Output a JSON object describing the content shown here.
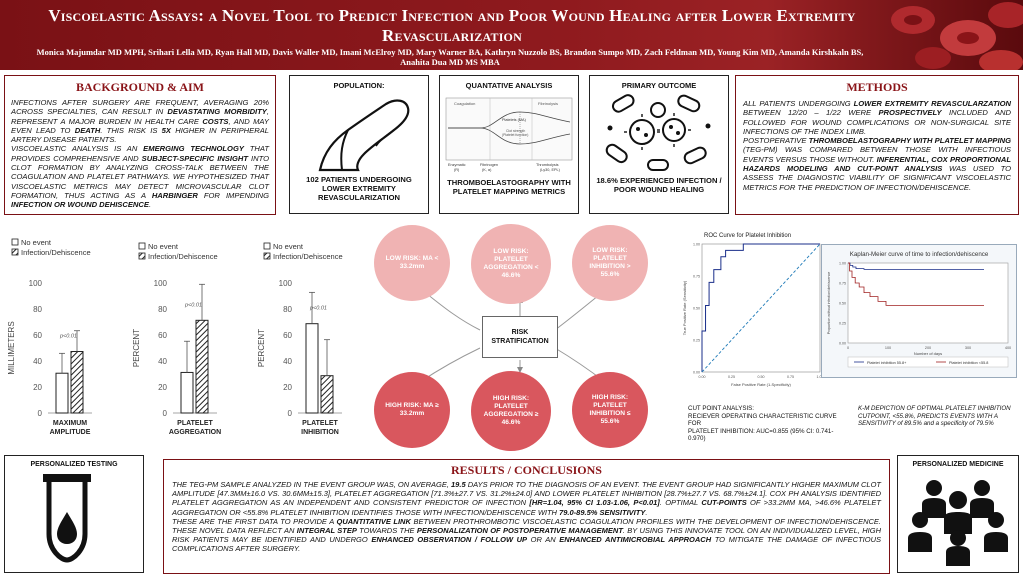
{
  "header": {
    "title": "Viscoelastic Assays: a Novel Tool to Predict Infection and Poor Wound Healing after Lower Extremity Revascularization",
    "authors": "Monica Majumdar MD MPH, Srihari Lella MD, Ryan Hall MD, Davis Waller MD, Imani McElroy MD, Mary Warner BA, Kathryn Nuzzolo BS, Brandon Sumpo MD, Zach Feldman MD, Young Kim MD, Amanda Kirshkaln BS, Anahita Dua MD MS MBA"
  },
  "background": {
    "title": "BACKGROUND & AIM",
    "p1_a": "INFECTIONS AFTER SURGERY ARE FREQUENT, AVERAGING 20% ACROSS SPECIALTIES, CAN RESULT IN ",
    "p1_b": "DEVASTATING MORBIDITY",
    "p1_c": ", REPRESENT A MAJOR BURDEN IN HEALTH CARE ",
    "p1_d": "COSTS",
    "p1_e": ", AND MAY EVEN LEAD TO ",
    "p1_f": "DEATH",
    "p1_g": ". THIS RISK IS ",
    "p1_h": "5X",
    "p1_i": " HIGHER IN PERIPHERAL ARTERY DISEASE PATIENTS.",
    "p2_a": "VISCOELASTIC ANALYSIS IS AN ",
    "p2_b": "EMERGING TECHNOLOGY",
    "p2_c": " THAT PROVIDES COMPREHENSIVE AND ",
    "p2_d": "SUBJECT-SPECIFIC INSIGHT",
    "p2_e": " INTO CLOT FORMATION BY ANALYZING CROSS-TALK BETWEEN THE COAGULATION AND PLATELET PATHWAYS. WE HYPOTHESIZED THAT VISCOELASTIC METRICS MAY DETECT MICROVASCULAR CLOT FORMATION, THUS ACTING AS A ",
    "p2_f": "HARBINGER",
    "p2_g": " FOR IMPENDING ",
    "p2_h": "INFECTION OR WOUND DEHISCENCE",
    "p2_i": "."
  },
  "population": {
    "title": "POPULATION:",
    "caption": "102 PATIENTS UNDERGOING LOWER EXTREMITY REVASCULARIZATION"
  },
  "quant": {
    "title": "QUANTATIVE ANALYSIS",
    "caption": "THROMBOELASTOGRAPHY WITH PLATELET MAPPING METRICS",
    "diagram": {
      "coagulation": "Coagulation",
      "fibrinolysis": "Fibrinolysis",
      "platelets": "Platelets (MA)",
      "clot_strength": "Clot strength",
      "platelet_function": "(Platelet function)",
      "enzymatic": "Enzymatic",
      "r_label": "(R)",
      "fibrinogen": "Fibrinogen",
      "k_angle": "(K, α)",
      "thrombolysis": "Thrombolysis",
      "ly": "(Ly30, EPL)"
    }
  },
  "primary": {
    "title": "PRIMARY OUTCOME",
    "caption": "18.6% EXPERIENCED INFECTION / POOR WOUND HEALING"
  },
  "methods": {
    "title": "METHODS",
    "p1_a": "ALL PATIENTS UNDERGOING ",
    "p1_b": "LOWER EXTREMITY REVASCULARZATION",
    "p1_c": " BETWEEN 12/20 – 1/22 WERE ",
    "p1_d": "PROSPECTIVELY",
    "p1_e": " INCLUDED AND FOLLOWED FOR WOUND COMPLICATIONS OR NON-SURGICAL SITE INFECTIONS OF THE INDEX LIMB.",
    "p2_a": "POSTOPERATIVE ",
    "p2_b": "THROMBOELASTOGRAPHY WITH PLATELET MAPPING",
    "p2_c": " (TEG-PM) WAS COMPARED BETWEEN THOSE WITH INFECTIOUS EVENTS VERSUS THOSE WITHOUT. ",
    "p2_d": "INFERENTIAL, COX PROPORTIONAL HAZARDS MODELING AND CUT-POINT ANALYSIS",
    "p2_e": " WAS USED TO ASSESS THE DIAGNOSTIC VIABILITY OF SIGNIFICANT VISCOELASTIC METRICS FOR THE PREDICTION OF INFECTION/DEHISCENCE."
  },
  "risk": {
    "center": "RISK STRATIFICATION",
    "low_ma": "LOW RISK: MA < 33.2mm",
    "low_agg": "LOW RISK: PLATELET AGGREGATION < 46.6%",
    "low_inh": "LOW RISK: PLATELET INHIBITION > 55.6%",
    "high_ma": "HIGH RISK: MA ≥ 33.2mm",
    "high_agg": "HIGH RISK: PLATELET AGGREGATION ≥ 46.6%",
    "high_inh": "HIGH RISK: PLATELET INHIBITION ≤ 55.6%"
  },
  "roc_caption": {
    "l1": "CUT POINT ANALYSIS:",
    "l2": "RECIEVER OPERATING CHARACTERISTIC CURVE FOR",
    "l3": "PLATELET INHIBITION: AUC=0.855 (95% CI: 0.741-0.970)"
  },
  "km_caption": {
    "l1": "K-M DEPICTION OF OPTIMAL PLATELET INHIBITION",
    "l2": "CUTPOINT, <55.8%, PREDICTS EVENTS WITH A",
    "l3": "SENSITIVITY of 89.5% and a specificity of 79.5%"
  },
  "personalized_testing": {
    "title": "PERSONALIZED TESTING"
  },
  "personalized_medicine": {
    "title": "PERSONALIZED MEDICINE"
  },
  "results": {
    "title": "RESULTS / CONCLUSIONS",
    "p1_a": "THE TEG-PM SAMPLE ANALYZED IN THE EVENT GROUP WAS, ON AVERAGE, ",
    "p1_b": "19.5",
    "p1_c": " DAYS PRIOR TO THE DIAGNOSIS OF AN EVENT. THE EVENT GROUP HAD SIGNIFICANTLY HIGHER MAXIMUM CLOT AMPLITUDE [47.3MM±16.0 VS. 30.6MM±15.3], PLATELET AGGREGATION [71.3%±27.7 VS. 31.2%±24.0] AND LOWER PLATELET INHIBITION [28.7%±27.7 VS. 68.7%±24.1]. COX PH ANALYSIS IDENTIFIED PLATELET AGGREGATION AS AN INDEPENDENT AND CONSISTENT PREDICTOR OF INFECTION ",
    "p1_d": "[HR=1.04, 95% CI 1.03-1.06, P<0.01]",
    "p1_e": ". OPTIMAL ",
    "p1_f": "CUT-POINTS",
    "p1_g": " OF >33.2MM MA, >46.6% PLATELET AGGREGATION OR <55.8% PLATELET INHIBITION IDENTIFIES THOSE WITH INFECTION/DEHISCENCE WITH ",
    "p1_h": "79.0-89.5% SENSITIVITY",
    "p1_i": ".",
    "p2_a": "THESE ARE THE FIRST DATA TO PROVIDE A ",
    "p2_b": "QUANTITATIVE LINK",
    "p2_c": " BETWEEN PROTHROMBOTIC VISCOELASTIC COAGULATION PROFILES WITH THE DEVELOPMENT OF INFECTION/DEHISCENCE. THESE NOVEL DATA REFLECT AN ",
    "p2_d": "INTEGRAL STEP",
    "p2_e": " TOWARDS THE ",
    "p2_f": "PERSONALIZATION OF POSTOPERATIVE MANAGEMENT",
    "p2_g": ". BY USING THIS INNOVATE TOOL ON AN INDIVIDUALIZED LEVEL, HIGH RISK PATIENTS MAY BE IDENTIFIED AND UNDERGO ",
    "p2_h": "ENHANCED OBSERVATION / FOLLOW UP",
    "p2_i": " OR AN ",
    "p2_j": "ENHANCED ANTIMICROBIAL APPROACH",
    "p2_k": " TO MITIGATE THE DAMAGE OF INFECTIOUS COMPLICATIONS AFTER SURGERY."
  },
  "chart_data": [
    {
      "type": "bar",
      "categories": [
        "MAXIMUM AMPLITUDE"
      ],
      "series": [
        {
          "name": "No event",
          "values": [
            30.6
          ],
          "error": [
            15.3
          ]
        },
        {
          "name": "Infection/Dehiscence",
          "values": [
            47.3
          ],
          "error": [
            16.0
          ]
        }
      ],
      "ylabel": "MILLIMETERS",
      "yticks": [
        0,
        20,
        40,
        60,
        80,
        100
      ],
      "ylim": [
        0,
        100
      ],
      "annotation": "p<0.01"
    },
    {
      "type": "bar",
      "categories": [
        "PLATELET AGGREGATION"
      ],
      "series": [
        {
          "name": "No event",
          "values": [
            31.2
          ],
          "error": [
            24.0
          ]
        },
        {
          "name": "Infection/Dehiscence",
          "values": [
            71.3
          ],
          "error": [
            27.7
          ]
        }
      ],
      "ylabel": "PERCENT",
      "yticks": [
        0,
        20,
        40,
        60,
        80,
        100
      ],
      "ylim": [
        0,
        100
      ],
      "annotation": "p<0.01"
    },
    {
      "type": "bar",
      "categories": [
        "PLATELET INHIBITION"
      ],
      "series": [
        {
          "name": "No event",
          "values": [
            68.7
          ],
          "error": [
            24.1
          ]
        },
        {
          "name": "Infection/Dehiscence",
          "values": [
            28.7
          ],
          "error": [
            27.7
          ]
        }
      ],
      "ylabel": "PERCENT",
      "yticks": [
        0,
        20,
        40,
        60,
        80,
        100
      ],
      "ylim": [
        0,
        100
      ],
      "annotation": "p<0.01"
    },
    {
      "type": "line",
      "title": "ROC Curve for Platelet Inhibition",
      "xlabel": "False Positive Rate (1-Specificity)",
      "ylabel": "True Positive Rate (Sensitivity)",
      "xticks": [
        "0.00",
        "0.25",
        "0.50",
        "0.75",
        "1.00"
      ],
      "yticks": [
        "0.00",
        "0.25",
        "0.50",
        "0.75",
        "1.00"
      ],
      "xlim": [
        0,
        1
      ],
      "ylim": [
        0,
        1
      ],
      "series": [
        {
          "x": [
            0,
            0,
            0.03,
            0.03,
            0.06,
            0.06,
            0.1,
            0.1,
            0.16,
            0.16,
            0.2,
            0.2,
            0.35,
            0.35,
            0.7,
            0.7,
            1.0
          ],
          "y": [
            0,
            0.32,
            0.32,
            0.52,
            0.52,
            0.7,
            0.7,
            0.8,
            0.8,
            0.9,
            0.9,
            0.95,
            0.95,
            1.0,
            1.0,
            1.0,
            1.0
          ]
        },
        {
          "x": [
            0,
            1
          ],
          "y": [
            0,
            1
          ],
          "style": "dashed"
        }
      ]
    },
    {
      "type": "line",
      "title": "Kaplan-Meier curve of time to infection/dehiscence",
      "xlabel": "Number of days",
      "ylabel": "Proportion without infection/dehiscence",
      "xticks": [
        "0",
        "100",
        "200",
        "300",
        "400"
      ],
      "yticks": [
        "0.00",
        "0.25",
        "0.50",
        "0.75",
        "1.00"
      ],
      "xlim": [
        0,
        400
      ],
      "ylim": [
        0,
        1
      ],
      "series": [
        {
          "name": "Platelet inhibition 55.8+",
          "x": [
            0,
            5,
            5,
            12,
            12,
            20,
            20,
            40,
            40,
            340
          ],
          "y": [
            1,
            1,
            0.97,
            0.97,
            0.95,
            0.95,
            0.93,
            0.93,
            0.92,
            0.92
          ]
        },
        {
          "name": "Platelet inhibition <55.8",
          "x": [
            0,
            4,
            4,
            10,
            10,
            18,
            18,
            28,
            28,
            40,
            40,
            55,
            55,
            75,
            75,
            95,
            95,
            340
          ],
          "y": [
            1,
            1,
            0.9,
            0.9,
            0.82,
            0.82,
            0.75,
            0.75,
            0.7,
            0.7,
            0.63,
            0.63,
            0.58,
            0.58,
            0.52,
            0.52,
            0.47,
            0.47
          ]
        }
      ]
    }
  ]
}
